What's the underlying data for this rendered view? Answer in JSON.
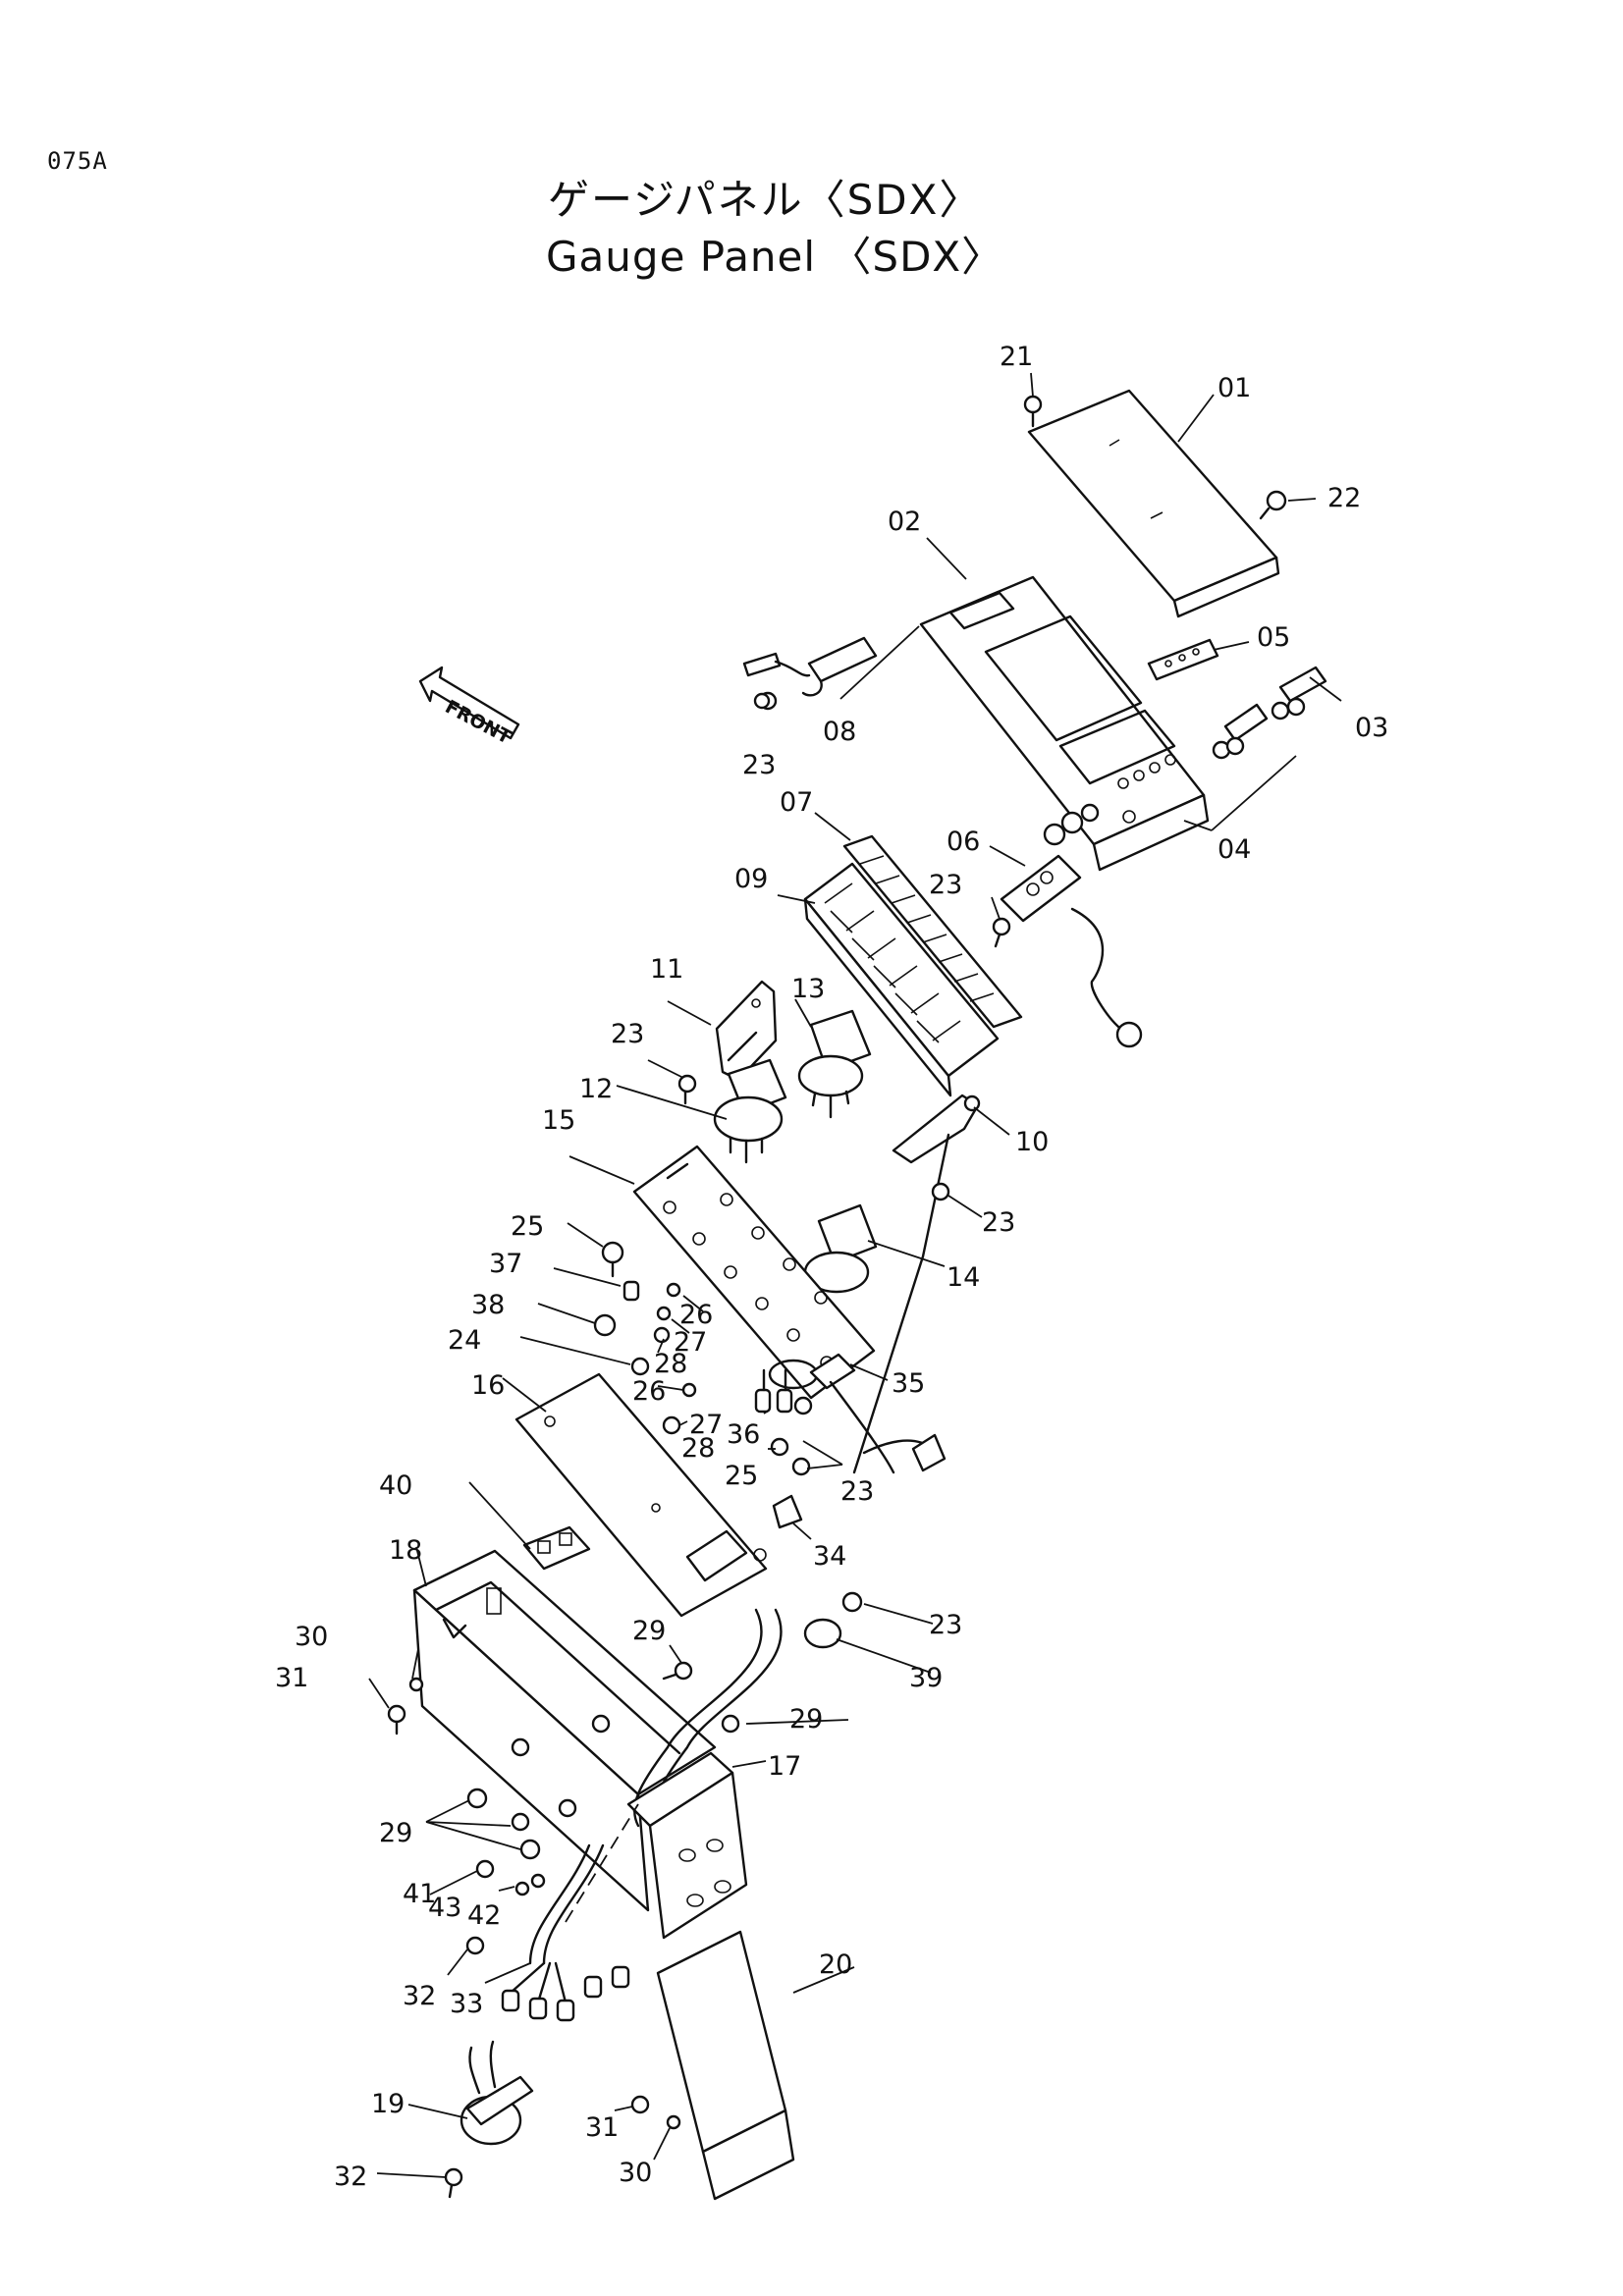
{
  "page_code": "075A",
  "title": {
    "japanese": "ゲージパネル〈SDX〉",
    "english": "Gauge Panel 〈SDX〉"
  },
  "front_arrow": {
    "label": "FRONT",
    "icon": "front-arrow-icon"
  },
  "part_labels": {
    "p01": "01",
    "p02": "02",
    "p03": "03",
    "p04": "04",
    "p05": "05",
    "p06": "06",
    "p07": "07",
    "p08": "08",
    "p09": "09",
    "p10": "10",
    "p11": "11",
    "p12": "12",
    "p13": "13",
    "p14": "14",
    "p15": "15",
    "p16": "16",
    "p17": "17",
    "p18": "18",
    "p19": "19",
    "p20": "20",
    "p21": "21",
    "p22": "22",
    "p23": "23",
    "p24": "24",
    "p25": "25",
    "p26": "26",
    "p27": "27",
    "p28": "28",
    "p29": "29",
    "p30": "30",
    "p31": "31",
    "p32": "32",
    "p33": "33",
    "p34": "34",
    "p35": "35",
    "p36": "36",
    "p37": "37",
    "p38": "38",
    "p39": "39",
    "p40": "40",
    "p41": "41",
    "p42": "42",
    "p43": "43"
  }
}
